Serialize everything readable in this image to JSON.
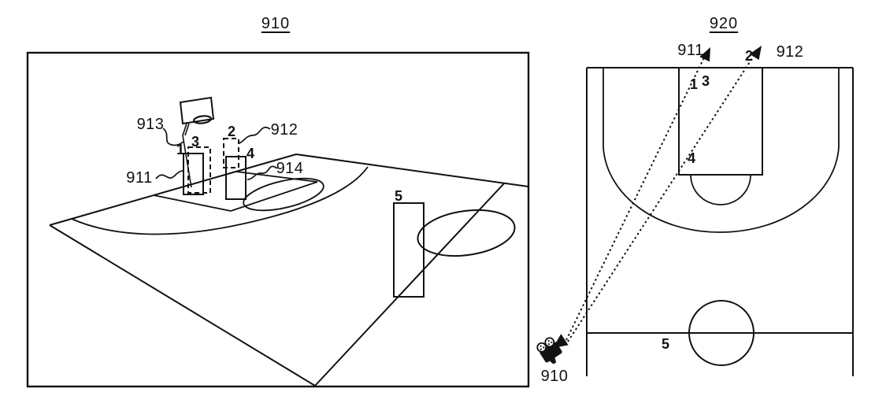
{
  "page": {
    "background": "#ffffff",
    "ink_color": "#111111"
  },
  "figure_910": {
    "title": "910",
    "callout_labels": {
      "l911": "911",
      "l912": "912",
      "l913": "913",
      "l914": "914"
    },
    "object_markers": {
      "m1": "1",
      "m2": "2",
      "m3": "3",
      "m4": "4",
      "m5": "5"
    }
  },
  "figure_920": {
    "title": "920",
    "camera_label": "910",
    "callout_labels": {
      "l911": "911",
      "l912": "912"
    },
    "object_markers": {
      "m1": "1",
      "m2": "2",
      "m3": "3",
      "m4": "4",
      "m5": "5"
    },
    "icons": {
      "camera": "movie-camera"
    }
  }
}
